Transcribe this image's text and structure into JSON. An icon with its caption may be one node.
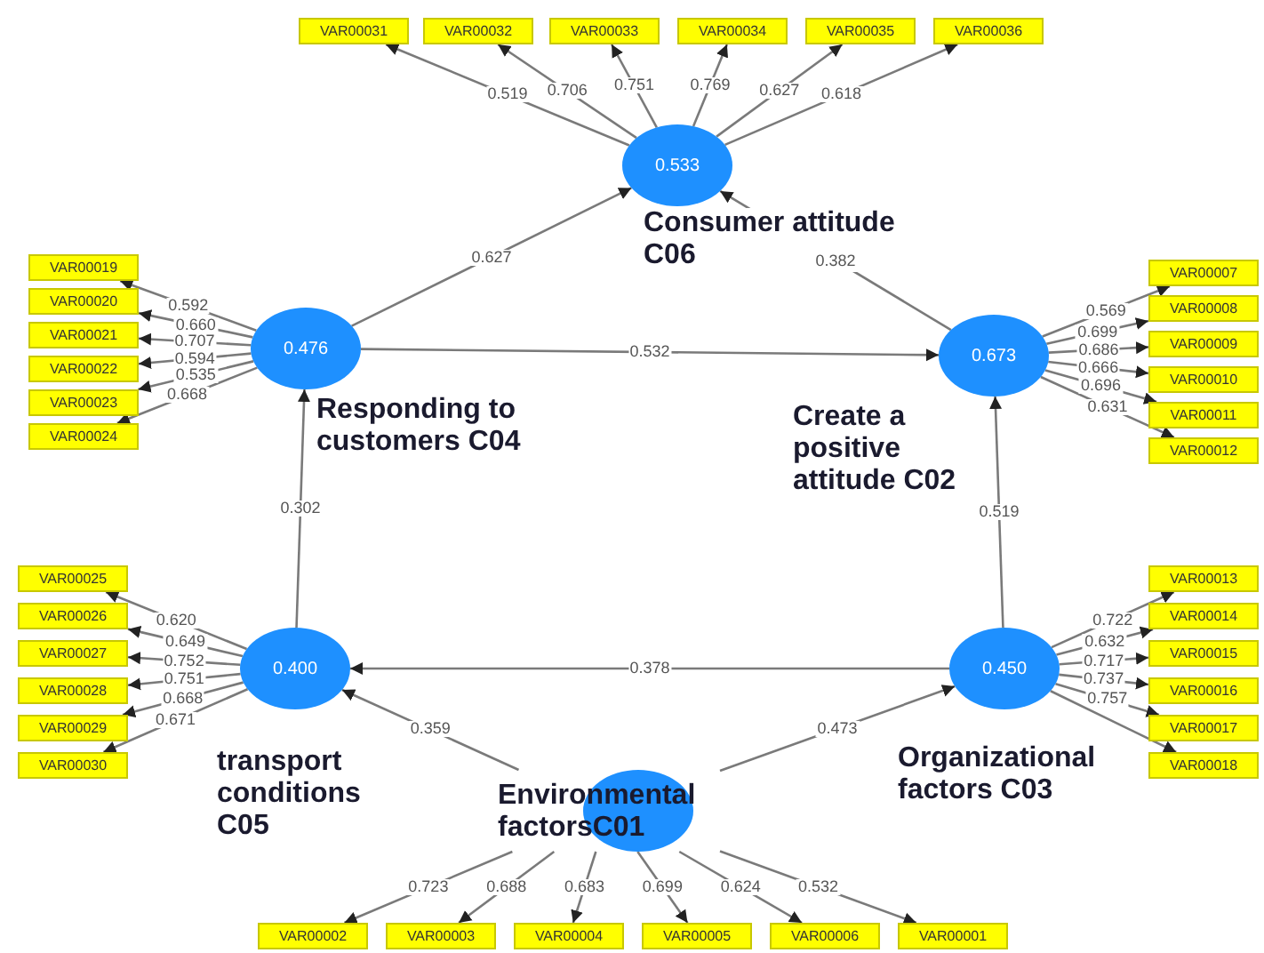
{
  "diagram": {
    "nodes": [
      {
        "text": [
          "VAR00031"
        ]
      },
      {
        "text": [
          "VAR00032"
        ]
      },
      {
        "text": [
          "VAR00033"
        ]
      },
      {
        "text": [
          "VAR00034"
        ]
      },
      {
        "text": [
          "VAR00035"
        ]
      },
      {
        "text": [
          "VAR00036"
        ]
      },
      {
        "text": [
          "0.533"
        ],
        "beside": [
          "Consumer attitude C06"
        ]
      },
      {
        "text": [
          "VAR00019"
        ]
      },
      {
        "text": [
          "VAR00020"
        ]
      },
      {
        "text": [
          "VAR00021"
        ]
      },
      {
        "text": [
          "VAR00022"
        ]
      },
      {
        "text": [
          "VAR00023"
        ]
      },
      {
        "text": [
          "VAR00024"
        ]
      },
      {
        "text": [
          "0.476"
        ],
        "beside": [
          "Responding to customers C04"
        ]
      },
      {
        "text": [
          "0.673"
        ],
        "beside": [
          "Create a positive attitude C02"
        ]
      },
      {
        "text": [
          "VAR00007"
        ]
      },
      {
        "text": [
          "VAR00008"
        ]
      },
      {
        "text": [
          "VAR00009"
        ]
      },
      {
        "text": [
          "VAR00010"
        ]
      },
      {
        "text": [
          "VAR00011"
        ]
      },
      {
        "text": [
          "VAR00012"
        ]
      },
      {
        "text": [
          "VAR00025"
        ]
      },
      {
        "text": [
          "VAR00026"
        ]
      },
      {
        "text": [
          "VAR00027"
        ]
      },
      {
        "text": [
          "VAR00028"
        ]
      },
      {
        "text": [
          "VAR00029"
        ]
      },
      {
        "text": [
          "VAR00030"
        ]
      },
      {
        "text": [
          "0.400"
        ],
        "beside": [
          "transport conditions C05"
        ]
      },
      {
        "text": [
          "0.450"
        ],
        "beside": [
          "Organizational factors C03"
        ]
      },
      {
        "text": [
          "VAR00013"
        ]
      },
      {
        "text": [
          "VAR00014"
        ]
      },
      {
        "text": [
          "VAR00015"
        ]
      },
      {
        "text": [
          "VAR00016"
        ]
      },
      {
        "text": [
          "VAR00017"
        ]
      },
      {
        "text": [
          "VAR00018"
        ]
      },
      {
        "text": [
          "Environmental factorsC01"
        ]
      },
      {
        "text": [
          "VAR00002"
        ]
      },
      {
        "text": [
          "VAR00003"
        ]
      },
      {
        "text": [
          "VAR00004"
        ]
      },
      {
        "text": [
          "VAR00005"
        ]
      },
      {
        "text": [
          "VAR00006"
        ]
      },
      {
        "text": [
          "VAR00001"
        ]
      }
    ],
    "edges": [
      {
        "from": 6,
        "to": 0,
        "arrow": "to",
        "label": "0.519"
      },
      {
        "from": 6,
        "to": 1,
        "arrow": "to",
        "label": "0.706"
      },
      {
        "from": 6,
        "to": 2,
        "arrow": "to",
        "label": "0.751"
      },
      {
        "from": 6,
        "to": 3,
        "arrow": "to",
        "label": "0.769"
      },
      {
        "from": 6,
        "to": 4,
        "arrow": "to",
        "label": "0.627"
      },
      {
        "from": 6,
        "to": 5,
        "arrow": "to",
        "label": "0.618"
      },
      {
        "from": 13,
        "to": 7,
        "arrow": "to",
        "label": "0.592"
      },
      {
        "from": 13,
        "to": 8,
        "arrow": "to",
        "label": "0.660"
      },
      {
        "from": 13,
        "to": 9,
        "arrow": "to",
        "label": "0.707"
      },
      {
        "from": 13,
        "to": 10,
        "arrow": "to",
        "label": "0.594"
      },
      {
        "from": 13,
        "to": 11,
        "arrow": "to",
        "label": "0.535"
      },
      {
        "from": 13,
        "to": 12,
        "arrow": "to",
        "label": "0.668"
      },
      {
        "from": 14,
        "to": 15,
        "arrow": "to",
        "label": "0.569"
      },
      {
        "from": 14,
        "to": 16,
        "arrow": "to",
        "label": "0.699"
      },
      {
        "from": 14,
        "to": 17,
        "arrow": "to",
        "label": "0.686"
      },
      {
        "from": 14,
        "to": 18,
        "arrow": "to",
        "label": "0.666"
      },
      {
        "from": 14,
        "to": 19,
        "arrow": "to",
        "label": "0.696"
      },
      {
        "from": 14,
        "to": 20,
        "arrow": "to",
        "label": "0.631"
      },
      {
        "from": 27,
        "to": 21,
        "arrow": "to",
        "label": "0.620"
      },
      {
        "from": 27,
        "to": 22,
        "arrow": "to",
        "label": "0.649"
      },
      {
        "from": 27,
        "to": 23,
        "arrow": "to",
        "label": "0.752"
      },
      {
        "from": 27,
        "to": 24,
        "arrow": "to",
        "label": "0.751"
      },
      {
        "from": 27,
        "to": 25,
        "arrow": "to",
        "label": "0.668"
      },
      {
        "from": 27,
        "to": 26,
        "arrow": "to",
        "label": "0.671"
      },
      {
        "from": 28,
        "to": 29,
        "arrow": "to",
        "label": "0.722"
      },
      {
        "from": 28,
        "to": 30,
        "arrow": "to",
        "label": "0.632"
      },
      {
        "from": 28,
        "to": 31,
        "arrow": "to",
        "label": "0.717"
      },
      {
        "from": 28,
        "to": 32,
        "arrow": "to",
        "label": "0.737"
      },
      {
        "from": 28,
        "to": 33,
        "arrow": "to",
        "label": "0.757"
      },
      {
        "from": 28,
        "to": 34,
        "arrow": "to"
      },
      {
        "from": 35,
        "to": 36,
        "arrow": "to",
        "label": "0.723"
      },
      {
        "from": 35,
        "to": 37,
        "arrow": "to",
        "label": "0.688"
      },
      {
        "from": 35,
        "to": 38,
        "arrow": "to",
        "label": "0.683"
      },
      {
        "from": 35,
        "to": 39,
        "arrow": "to",
        "label": "0.699"
      },
      {
        "from": 35,
        "to": 40,
        "arrow": "to",
        "label": "0.624"
      },
      {
        "from": 35,
        "to": 41,
        "arrow": "to",
        "label": "0.532"
      },
      {
        "from": 13,
        "to": 6,
        "arrow": "to",
        "label": "0.627"
      },
      {
        "from": 14,
        "to": 6,
        "arrow": "to",
        "label": "0.382"
      },
      {
        "from": 13,
        "to": 14,
        "arrow": "to",
        "label": "0.532"
      },
      {
        "from": 27,
        "to": 13,
        "arrow": "to",
        "label": "0.302"
      },
      {
        "from": 28,
        "to": 14,
        "arrow": "to",
        "label": "0.519"
      },
      {
        "from": 28,
        "to": 27,
        "arrow": "to",
        "label": "0.378"
      },
      {
        "from": 35,
        "to": 27,
        "arrow": "to",
        "label": "0.359"
      },
      {
        "from": 35,
        "to": 28,
        "arrow": "to",
        "label": "0.473"
      }
    ]
  }
}
